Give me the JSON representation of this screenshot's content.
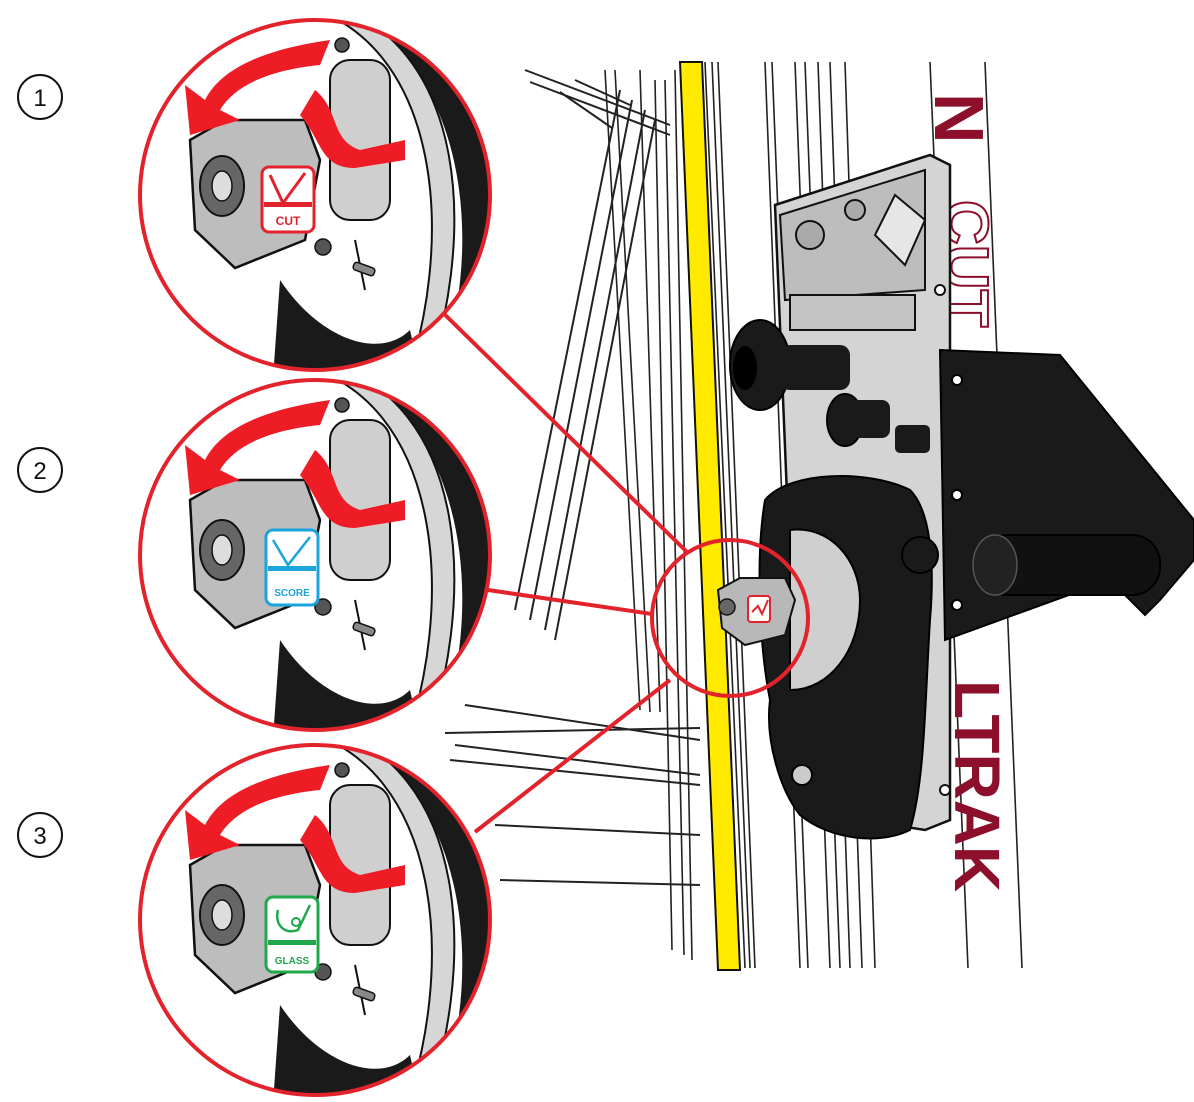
{
  "steps": [
    {
      "number": "1",
      "label": "CUT",
      "color": "#e3232c"
    },
    {
      "number": "2",
      "label": "SCORE",
      "color": "#1aa3dd"
    },
    {
      "number": "3",
      "label": "GLASS",
      "color": "#20a84a"
    }
  ],
  "brand": {
    "top_letters": "N",
    "outline_word": "CUT",
    "track_word": "LTRAK",
    "color": "#8c0f2b"
  },
  "machine_badge": {
    "color": "#e3232c"
  },
  "colors": {
    "accent_red": "#e3232c",
    "rail_yellow": "#ffea00",
    "arrow_red": "#ee1c25",
    "dark": "#1a1a1a",
    "metal": "#c9c9c9"
  }
}
